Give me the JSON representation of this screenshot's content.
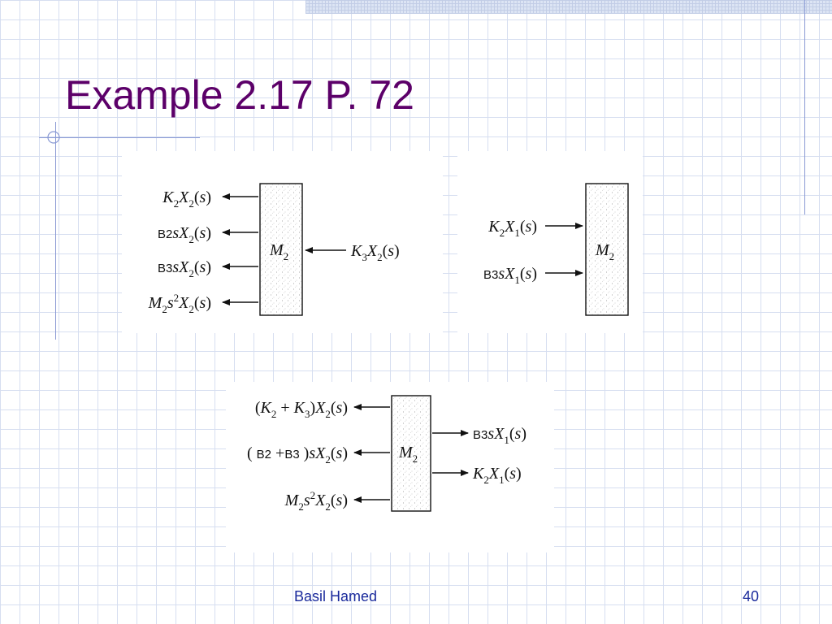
{
  "slide": {
    "title": "Example 2.17 P. 72",
    "author": "Basil Hamed",
    "page_number": "40"
  },
  "figures": {
    "fig1": {
      "mass": "M",
      "mass_sub": "2",
      "forces_left": [
        [
          [
            "K",
            "it"
          ],
          [
            "2",
            "sub"
          ],
          [
            "X",
            "it"
          ],
          [
            "2",
            "sub"
          ],
          [
            "(",
            ""
          ],
          [
            "s",
            "it"
          ],
          [
            ")",
            ""
          ]
        ],
        [
          [
            "B2",
            "lbl"
          ],
          [
            "s",
            "it"
          ],
          [
            "X",
            "it"
          ],
          [
            "2",
            "sub"
          ],
          [
            "(",
            ""
          ],
          [
            "s",
            "it"
          ],
          [
            ")",
            ""
          ]
        ],
        [
          [
            "B3",
            "lbl"
          ],
          [
            "s",
            "it"
          ],
          [
            "X",
            "it"
          ],
          [
            "2",
            "sub"
          ],
          [
            "(",
            ""
          ],
          [
            "s",
            "it"
          ],
          [
            ")",
            ""
          ]
        ],
        [
          [
            "M",
            "it"
          ],
          [
            "2",
            "sub"
          ],
          [
            "s",
            "it"
          ],
          [
            "2",
            "sup"
          ],
          [
            "X",
            "it"
          ],
          [
            "2",
            "sub"
          ],
          [
            "(",
            ""
          ],
          [
            "s",
            "it"
          ],
          [
            ")",
            ""
          ]
        ]
      ],
      "force_right": [
        [
          "K",
          "it"
        ],
        [
          "3",
          "sub"
        ],
        [
          "X",
          "it"
        ],
        [
          "2",
          "sub"
        ],
        [
          "(",
          ""
        ],
        [
          "s",
          "it"
        ],
        [
          ")",
          ""
        ]
      ]
    },
    "fig2": {
      "mass": "M",
      "mass_sub": "2",
      "forces_in": [
        [
          [
            "K",
            "it"
          ],
          [
            "2",
            "sub"
          ],
          [
            "X",
            "it"
          ],
          [
            "1",
            "sub"
          ],
          [
            "(",
            ""
          ],
          [
            "s",
            "it"
          ],
          [
            ")",
            ""
          ]
        ],
        [
          [
            "B3",
            "lbl"
          ],
          [
            "s",
            "it"
          ],
          [
            "X",
            "it"
          ],
          [
            "1",
            "sub"
          ],
          [
            "(",
            ""
          ],
          [
            "s",
            "it"
          ],
          [
            ")",
            ""
          ]
        ]
      ]
    },
    "fig3": {
      "mass": "M",
      "mass_sub": "2",
      "forces_left": [
        [
          [
            "(",
            ""
          ],
          [
            "K",
            "it"
          ],
          [
            "2",
            "sub"
          ],
          [
            " + ",
            ""
          ],
          [
            "K",
            "it"
          ],
          [
            "3",
            "sub"
          ],
          [
            ")",
            ""
          ],
          [
            "X",
            "it"
          ],
          [
            "2",
            "sub"
          ],
          [
            "(",
            ""
          ],
          [
            "s",
            "it"
          ],
          [
            ")",
            ""
          ]
        ],
        [
          [
            "( ",
            ""
          ],
          [
            "B2",
            "lbl"
          ],
          [
            " +",
            ""
          ],
          [
            "B3",
            "lbl"
          ],
          [
            " )",
            ""
          ],
          [
            "s",
            "it"
          ],
          [
            "X",
            "it"
          ],
          [
            "2",
            "sub"
          ],
          [
            "(",
            ""
          ],
          [
            "s",
            "it"
          ],
          [
            ")",
            ""
          ]
        ],
        [
          [
            "M",
            "it"
          ],
          [
            "2",
            "sub"
          ],
          [
            "s",
            "it"
          ],
          [
            "2",
            "sup"
          ],
          [
            "X",
            "it"
          ],
          [
            "2",
            "sub"
          ],
          [
            "(",
            ""
          ],
          [
            "s",
            "it"
          ],
          [
            ")",
            ""
          ]
        ]
      ],
      "forces_right": [
        [
          [
            "B3",
            "lbl"
          ],
          [
            "s",
            "it"
          ],
          [
            "X",
            "it"
          ],
          [
            "1",
            "sub"
          ],
          [
            "(",
            ""
          ],
          [
            "s",
            "it"
          ],
          [
            ")",
            ""
          ]
        ],
        [
          [
            "K",
            "it"
          ],
          [
            "2",
            "sub"
          ],
          [
            "X",
            "it"
          ],
          [
            "1",
            "sub"
          ],
          [
            "(",
            ""
          ],
          [
            "s",
            "it"
          ],
          [
            ")",
            ""
          ]
        ]
      ]
    }
  }
}
